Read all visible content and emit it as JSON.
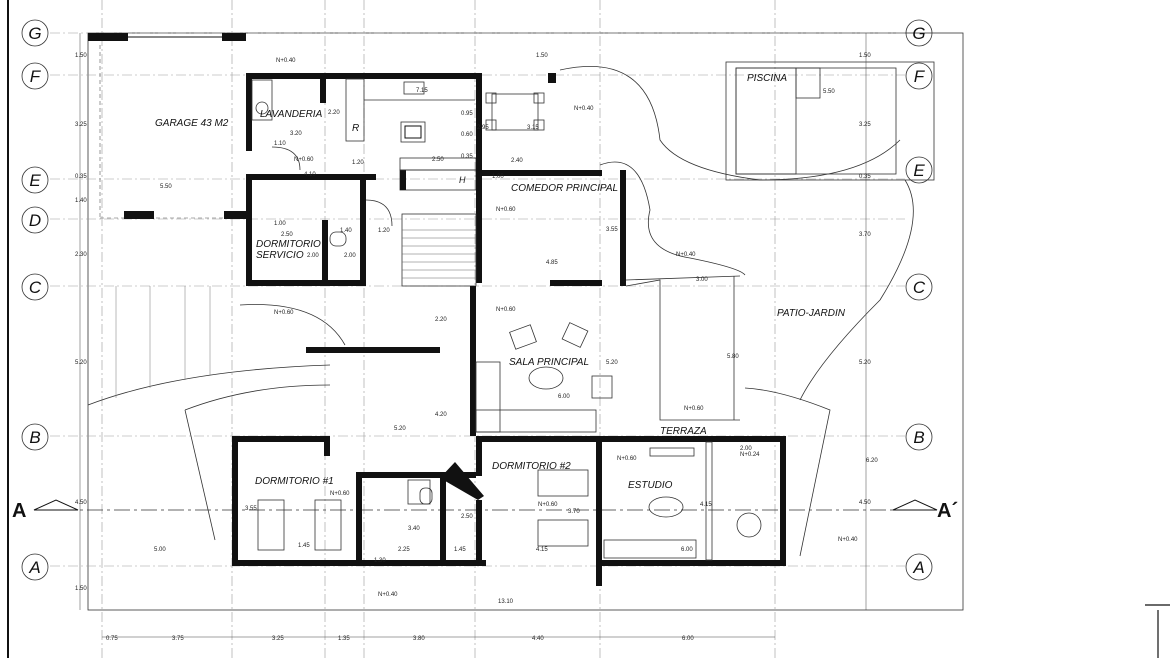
{
  "grid_axes": [
    "G",
    "F",
    "E",
    "D",
    "C",
    "B",
    "A"
  ],
  "section_mark": {
    "left": "A",
    "right": "A´"
  },
  "rooms": {
    "garage": "GARAGE 43 M2",
    "lavanderia": "LAVANDERIA",
    "dormitorio_servicio_1": "DORMITORIO",
    "dormitorio_servicio_2": "SERVICIO",
    "comedor": "COMEDOR PRINCIPAL",
    "sala": "SALA PRINCIPAL",
    "patio": "PATIO-JARDIN",
    "piscina": "PISCINA",
    "terraza": "TERRAZA",
    "estudio": "ESTUDIO",
    "dormitorio1": "DORMITORIO #1",
    "dormitorio2": "DORMITORIO #2",
    "h_box": "H",
    "r_box": "R"
  },
  "levels": [
    "N+0.40",
    "N+0.60",
    "N+0.60",
    "N+0.40",
    "N+0.60",
    "N+0.40",
    "N+0.60",
    "N+0.60",
    "N+0.60",
    "N+0.24",
    "N+0.60",
    "N+0.40",
    "N+0.60",
    "N+0.40"
  ],
  "left_dims": [
    "1.50",
    "3.25",
    "0.35",
    "1.40",
    "2.30",
    "5.20",
    "4.50",
    "1.50"
  ],
  "right_dims": [
    "1.50",
    "3.25",
    "0.35",
    "3.70",
    "5.20",
    "4.50"
  ],
  "bottom_dims": [
    "0.75",
    "3.75",
    "3.25",
    "1.35",
    "3.80",
    "4.40",
    "6.00"
  ],
  "inner_dims": [
    "1.50",
    "7.15",
    "2.20",
    "0.95",
    "0.60",
    "2.95",
    "3.15",
    "0.35",
    "2.40",
    "1.20",
    "2.50",
    "3.20",
    "1.10",
    "4.10",
    "5.50",
    "1.00",
    "2.50",
    "1.40",
    "1.20",
    "2.00",
    "2.00",
    "3.55",
    "4.85",
    "2.20",
    "5.20",
    "5.80",
    "6.00",
    "4.20",
    "5.20",
    "3.00",
    "5.50",
    "6.20",
    "3.55",
    "3.40",
    "2.50",
    "1.45",
    "3.70",
    "2.25",
    "1.30",
    "4.15",
    "4.15",
    "6.00",
    "2.00",
    "13.10",
    "5.00",
    "1.45",
    "1.00"
  ]
}
